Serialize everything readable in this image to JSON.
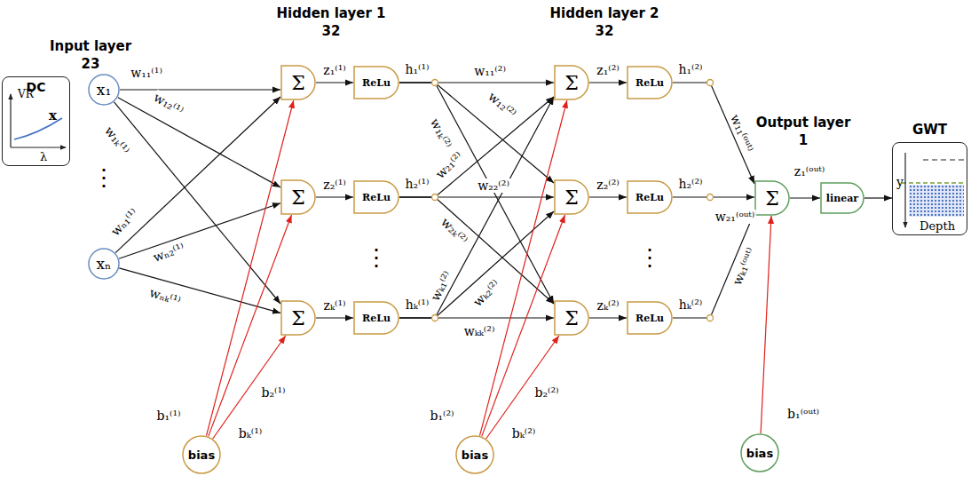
{
  "diagram": {
    "nodes": [
      {
        "text": [
          "DC",
          "VR",
          "x",
          "λ"
        ]
      },
      {
        "text": [
          "x₁"
        ]
      },
      {
        "text": [
          "xₙ"
        ]
      },
      {
        "text": [
          "Σ"
        ]
      },
      {
        "text": [
          "Σ"
        ]
      },
      {
        "text": [
          "Σ"
        ]
      },
      {
        "text": [
          "ReLu"
        ]
      },
      {
        "text": [
          "ReLu"
        ]
      },
      {
        "text": [
          "ReLu"
        ]
      },
      {
        "text": [
          "bias"
        ]
      },
      {
        "text": [
          "Σ"
        ]
      },
      {
        "text": [
          "Σ"
        ]
      },
      {
        "text": [
          "Σ"
        ]
      },
      {
        "text": [
          "ReLu"
        ]
      },
      {
        "text": [
          "ReLu"
        ]
      },
      {
        "text": [
          "ReLu"
        ]
      },
      {
        "text": [
          "bias"
        ]
      },
      {
        "text": [
          "Σ"
        ]
      },
      {
        "text": [
          "bias"
        ]
      },
      {
        "text": [
          "linear"
        ]
      },
      {
        "text": [
          "GWT",
          "y",
          "Depth"
        ]
      }
    ],
    "edges": [
      {
        "from": 1,
        "to": 3,
        "arrow": "to"
      },
      {
        "from": 1,
        "to": 4,
        "arrow": "to"
      },
      {
        "from": 1,
        "to": 5,
        "arrow": "to"
      },
      {
        "from": 2,
        "to": 3,
        "arrow": "to"
      },
      {
        "from": 2,
        "to": 4,
        "arrow": "to"
      },
      {
        "from": 2,
        "to": 5,
        "arrow": "to"
      },
      {
        "from": 9,
        "to": 3,
        "arrow": "to"
      },
      {
        "from": 9,
        "to": 4,
        "arrow": "to"
      },
      {
        "from": 9,
        "to": 5,
        "arrow": "to"
      },
      {
        "from": 3,
        "to": 6,
        "arrow": "to",
        "label": "z₁⁽¹⁾"
      },
      {
        "from": 4,
        "to": 7,
        "arrow": "to",
        "label": "z₂⁽¹⁾"
      },
      {
        "from": 5,
        "to": 8,
        "arrow": "to",
        "label": "zₖ⁽¹⁾"
      },
      {
        "from": 6,
        "to": 10,
        "arrow": "to"
      },
      {
        "from": 6,
        "to": 11,
        "arrow": "to"
      },
      {
        "from": 6,
        "to": 12,
        "arrow": "to"
      },
      {
        "from": 7,
        "to": 10,
        "arrow": "to"
      },
      {
        "from": 7,
        "to": 11,
        "arrow": "to"
      },
      {
        "from": 7,
        "to": 12,
        "arrow": "to"
      },
      {
        "from": 8,
        "to": 10,
        "arrow": "to"
      },
      {
        "from": 8,
        "to": 11,
        "arrow": "to"
      },
      {
        "from": 8,
        "to": 12,
        "arrow": "to"
      },
      {
        "from": 16,
        "to": 10,
        "arrow": "to"
      },
      {
        "from": 16,
        "to": 11,
        "arrow": "to"
      },
      {
        "from": 16,
        "to": 12,
        "arrow": "to"
      },
      {
        "from": 10,
        "to": 13,
        "arrow": "to",
        "label": "z₁⁽²⁾"
      },
      {
        "from": 11,
        "to": 14,
        "arrow": "to",
        "label": "z₂⁽²⁾"
      },
      {
        "from": 12,
        "to": 15,
        "arrow": "to",
        "label": "zₖ⁽²⁾"
      },
      {
        "from": 13,
        "to": 17,
        "arrow": "to"
      },
      {
        "from": 14,
        "to": 17,
        "arrow": "to"
      },
      {
        "from": 15,
        "to": 17,
        "arrow": "to"
      },
      {
        "from": 18,
        "to": 17,
        "arrow": "to"
      },
      {
        "from": 17,
        "to": 19,
        "arrow": "to",
        "label": "z₁⁽ᵒᵘᵗ⁾"
      },
      {
        "from": 19,
        "to": 20,
        "arrow": "to"
      }
    ],
    "labels": [
      "Input layer",
      "23",
      "Hidden layer 1",
      "32",
      "Hidden layer 2",
      "32",
      "Output layer",
      "1",
      "⋮",
      "⋮",
      "⋮",
      "w₁₁⁽¹⁾",
      "w₁₂⁽¹⁾",
      "w₁ₖ⁽¹⁾",
      "wₙ₁⁽¹⁾",
      "wₙ₂⁽¹⁾",
      "wₙₖ⁽¹⁾",
      "w₁₁⁽²⁾",
      "w₁₂⁽²⁾",
      "w₁ₖ⁽²⁾",
      "w₂₁⁽²⁾",
      "w₂₂⁽²⁾",
      "w₂ₖ⁽²⁾",
      "wₖ₁⁽²⁾",
      "wₖ₂⁽²⁾",
      "wₖₖ⁽²⁾",
      "h₁⁽¹⁾",
      "h₂⁽¹⁾",
      "hₖ⁽¹⁾",
      "h₁⁽²⁾",
      "h₂⁽²⁾",
      "hₖ⁽²⁾",
      "w₁₁⁽ᵒᵘᵗ⁾",
      "w₂₁⁽ᵒᵘᵗ⁾",
      "wₖ₁⁽ᵒᵘᵗ⁾",
      "b₁⁽¹⁾",
      "b₂⁽¹⁾",
      "bₖ⁽¹⁾",
      "b₁⁽²⁾",
      "b₂⁽²⁾",
      "bₖ⁽²⁾",
      "b₁⁽ᵒᵘᵗ⁾"
    ]
  }
}
